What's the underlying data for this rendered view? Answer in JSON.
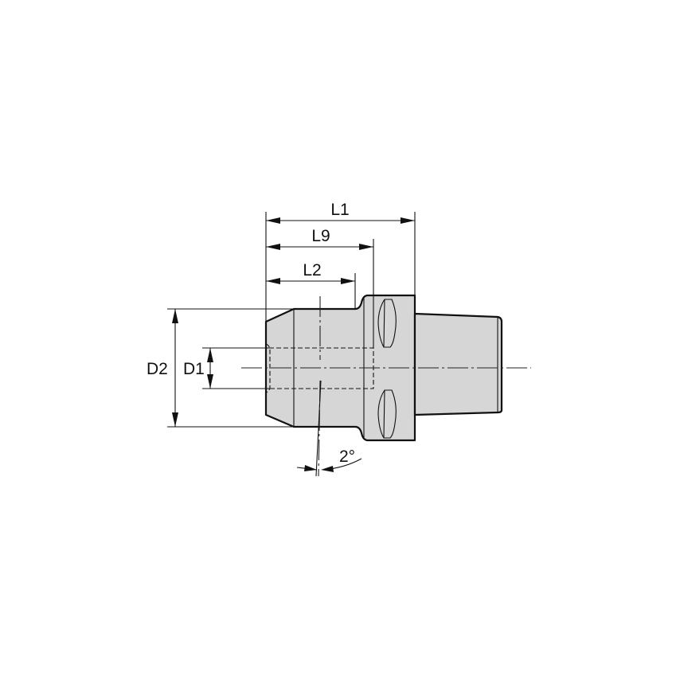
{
  "drawing": {
    "title": "Tool holder adapter dimension drawing",
    "colors": {
      "part_fill": "#d6d6d6",
      "line": "#111111",
      "background": "#ffffff"
    },
    "dimensions": {
      "L1": "L1",
      "L9": "L9",
      "L2": "L2",
      "D2": "D2",
      "D1": "D1",
      "angle": "2°"
    }
  }
}
